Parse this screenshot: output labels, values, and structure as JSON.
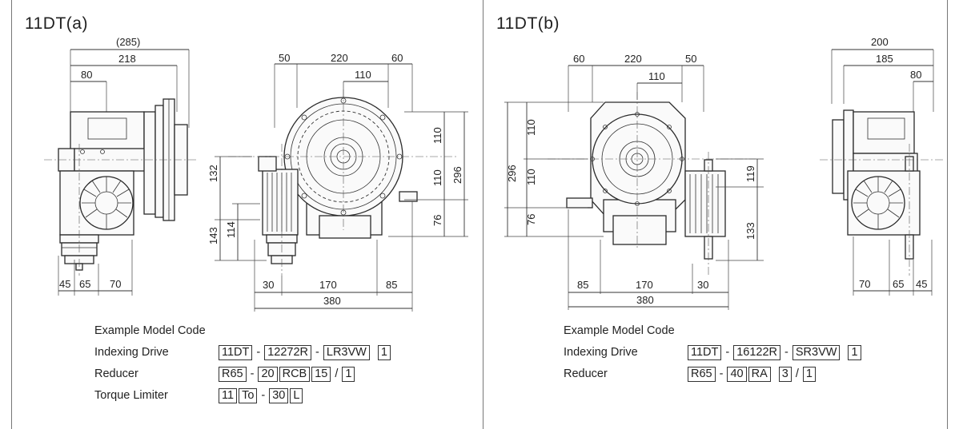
{
  "panels": [
    {
      "title": "11DT(a)",
      "side_dims": {
        "total": "(285)",
        "d218": "218",
        "d80": "80",
        "b45": "45",
        "b65": "65",
        "b70": "70"
      },
      "front_dims": {
        "t50": "50",
        "t220": "220",
        "t60": "60",
        "t110": "110",
        "r110a": "110",
        "r110b": "110",
        "r76": "76",
        "r296": "296",
        "l132": "132",
        "l143": "143",
        "l114": "114",
        "b30": "30",
        "b170": "170",
        "b85": "85",
        "b380": "380"
      },
      "code_title": "Example Model Code",
      "code_rows": [
        {
          "label": "Indexing Drive",
          "parts": [
            "11DT",
            "-",
            "12272R",
            "-",
            "LR3VW",
            " ",
            "1"
          ]
        },
        {
          "label": "Reducer",
          "parts": [
            "R65",
            "-",
            "20",
            "RCB",
            "15",
            "/",
            "1"
          ]
        },
        {
          "label": "Torque Limiter",
          "parts": [
            "11",
            "To",
            "-",
            "30",
            "L"
          ]
        }
      ]
    },
    {
      "title": "11DT(b)",
      "front_dims": {
        "t60": "60",
        "t220": "220",
        "t50": "50",
        "t110": "110",
        "l110a": "110",
        "l110b": "110",
        "l76": "76",
        "l296": "296",
        "r119": "119",
        "r133": "133",
        "b85": "85",
        "b170": "170",
        "b30": "30",
        "b380": "380"
      },
      "side_dims": {
        "d200": "200",
        "d185": "185",
        "d80": "80",
        "b70": "70",
        "b65": "65",
        "b45": "45"
      },
      "code_title": "Example Model Code",
      "code_rows": [
        {
          "label": "Indexing Drive",
          "parts": [
            "11DT",
            "-",
            "16122R",
            "-",
            "SR3VW",
            " ",
            "1"
          ]
        },
        {
          "label": "Reducer",
          "parts": [
            "R65",
            "-",
            "40",
            "RA",
            " ",
            "3",
            "/",
            "1"
          ]
        }
      ]
    }
  ]
}
